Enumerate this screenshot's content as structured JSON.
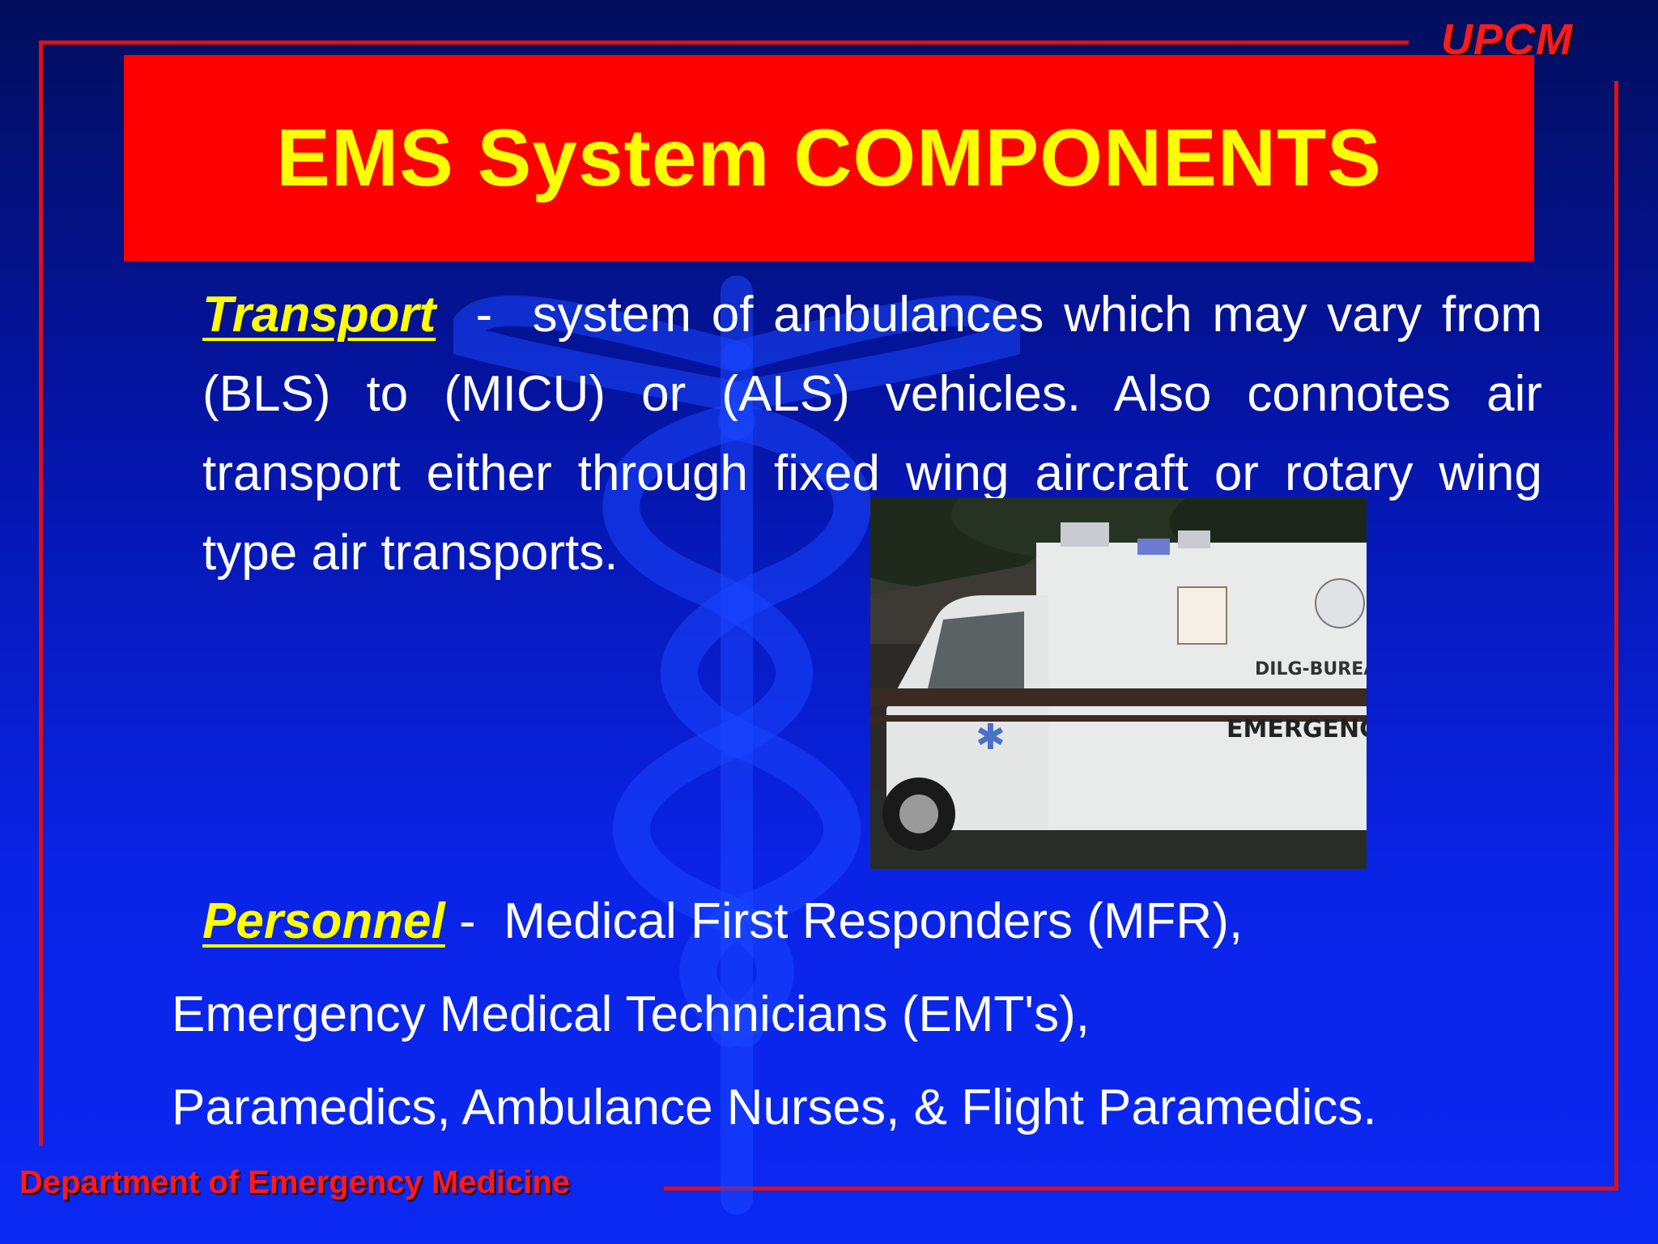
{
  "slide": {
    "brand": "UPCM",
    "title": "EMS System COMPONENTS",
    "transport": {
      "term": "Transport",
      "separator": "  -  ",
      "text": "system of ambulances which may vary from (BLS) to (MICU) or (ALS) vehicles. Also connotes air transport either  through fixed wing aircraft or rotary wing type air transports."
    },
    "personnel": {
      "term": "Personnel",
      "separator": " -  ",
      "line1": "Medical First Responders (MFR),",
      "line2": "Emergency Medical Technicians (EMT's),",
      "line3": "Paramedics, Ambulance Nurses, & Flight Paramedics."
    },
    "photo": {
      "vehicle_text_1": "DILG-BUREAU OF",
      "vehicle_text_2": "EMERGENCY ME"
    },
    "footer": "Department of Emergency Medicine"
  },
  "colors": {
    "background_top": "#020e5c",
    "background_bottom": "#0b28f2",
    "banner": "#ff0000",
    "title": "#ffff00",
    "accent_red": "#e01010",
    "body_text": "#ffffff"
  }
}
